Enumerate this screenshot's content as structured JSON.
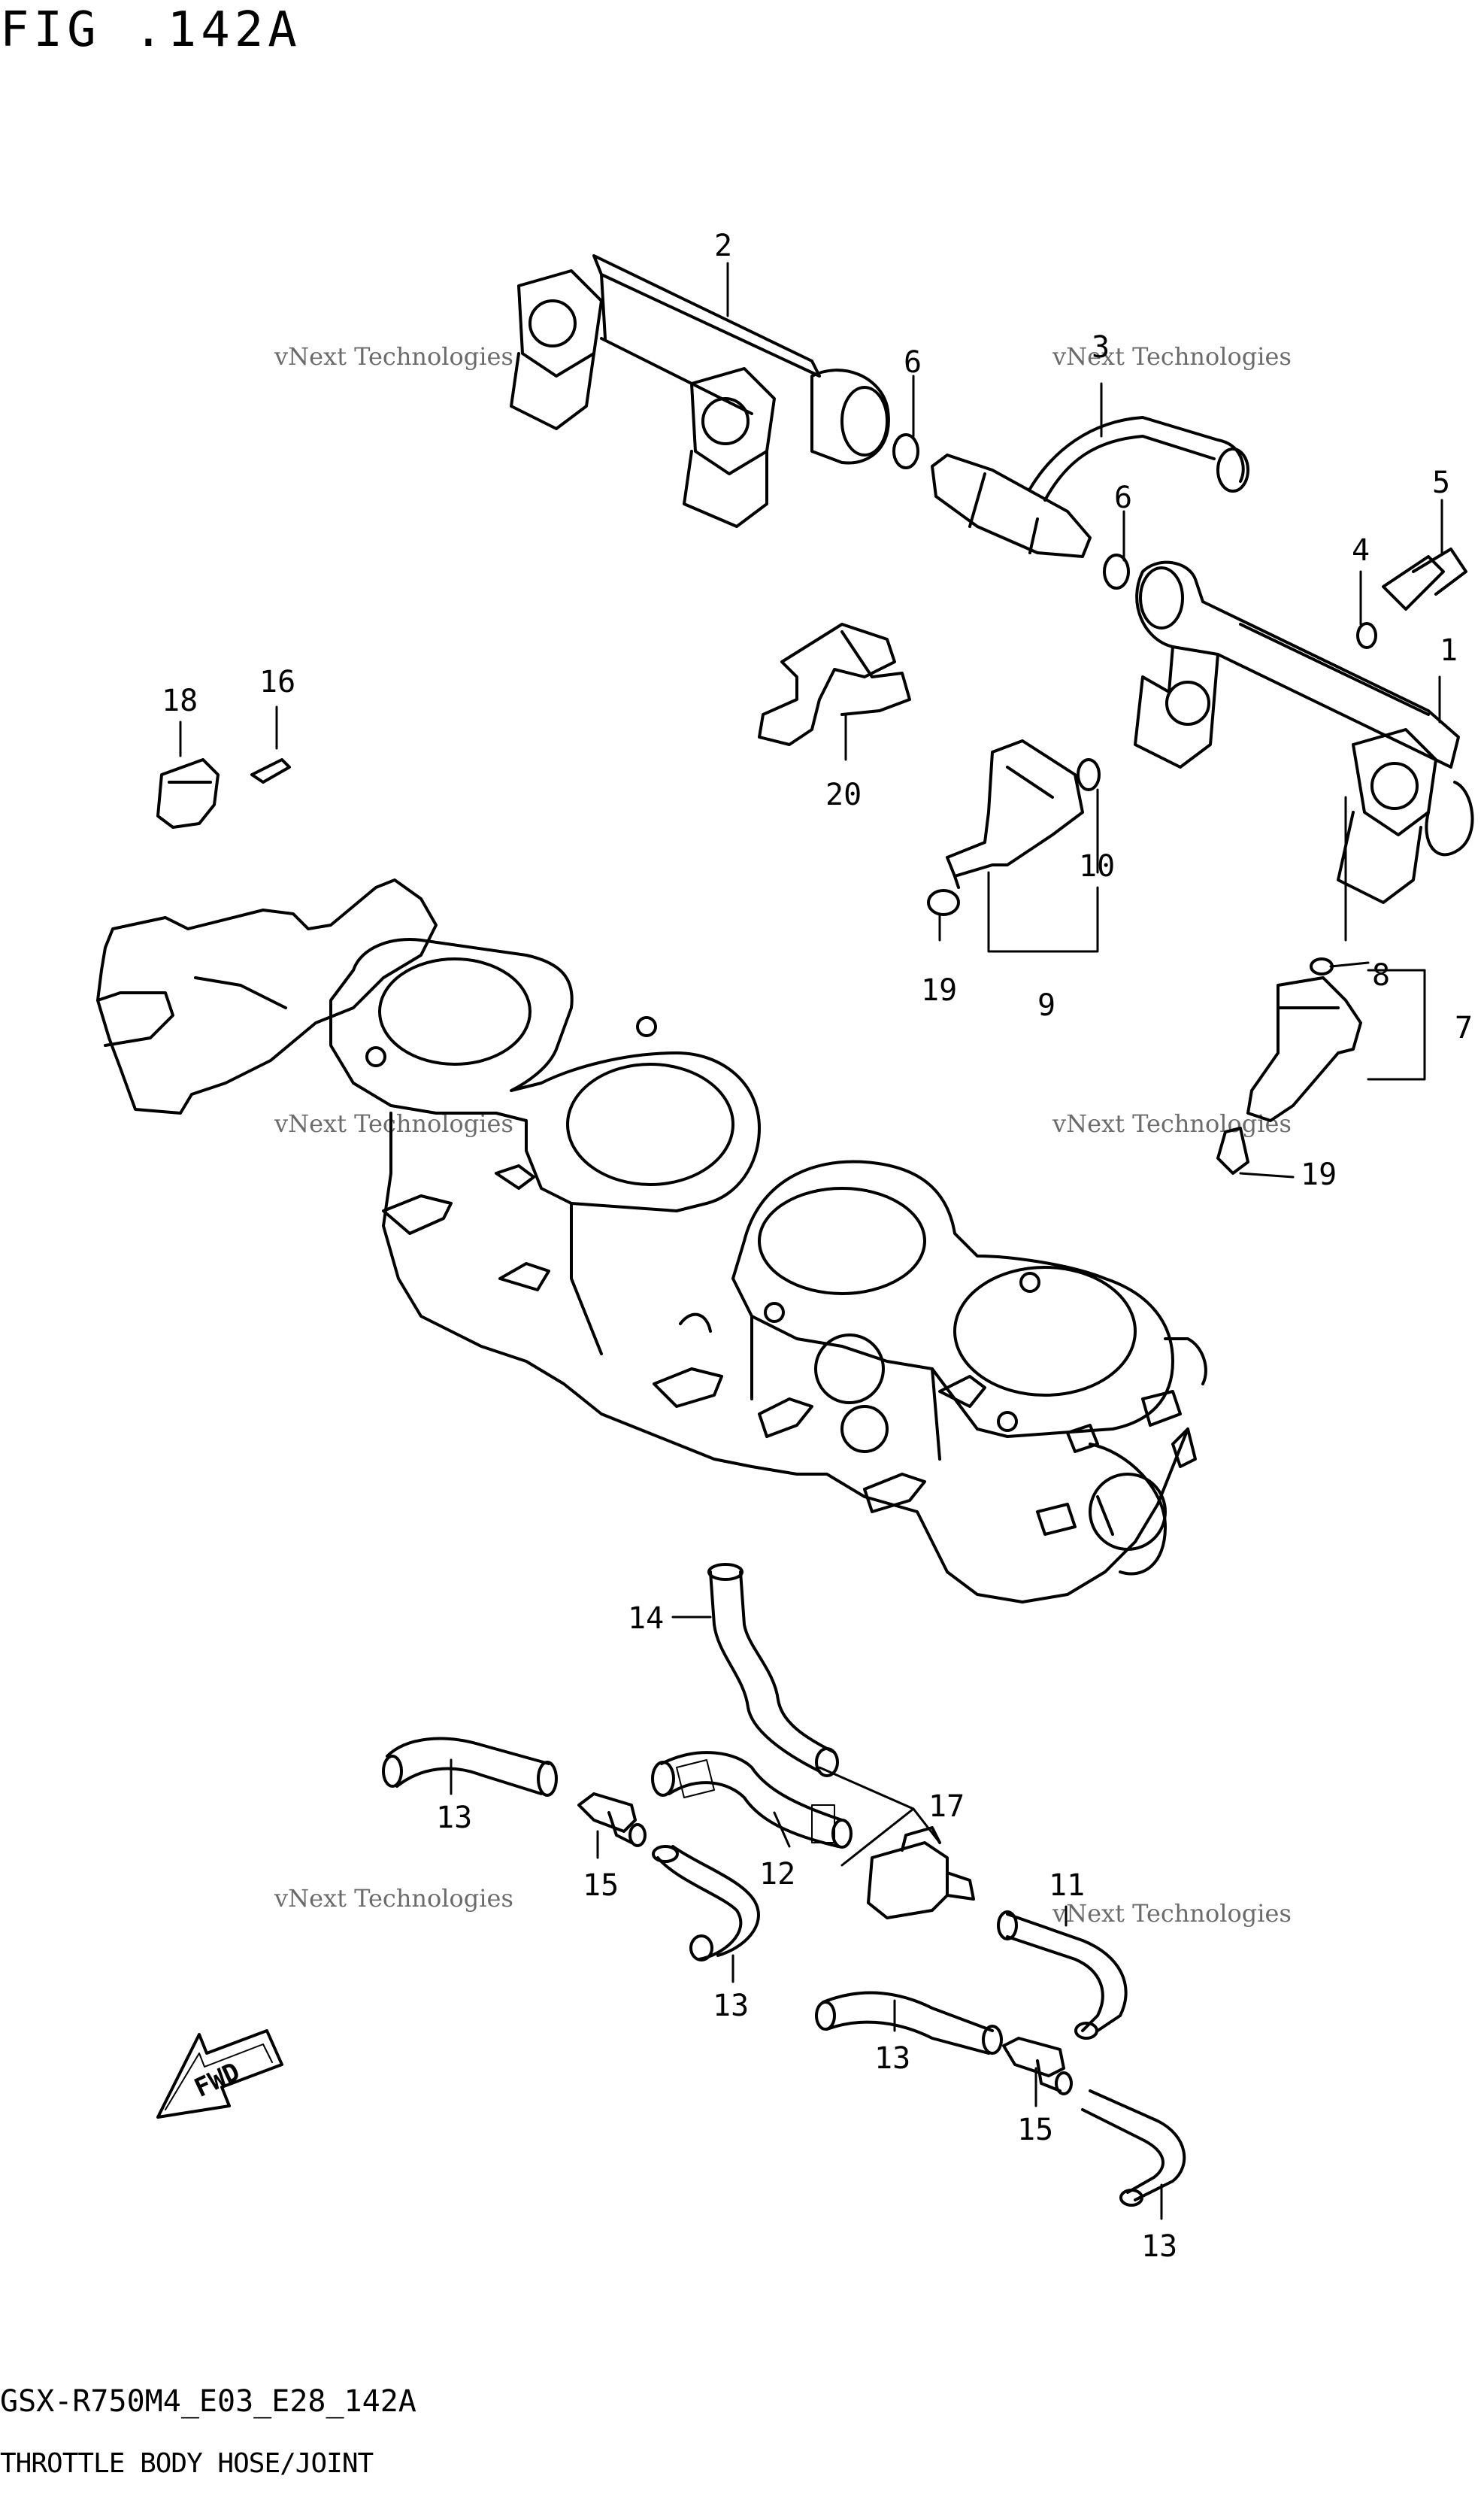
{
  "title": "FIG .142A",
  "footer": {
    "model_code": "GSX-R750M4_E03_E28_142A",
    "section_name": "THROTTLE BODY HOSE/JOINT"
  },
  "watermark": {
    "line1": "vNext Technologies",
    "line2": "vNext",
    "line3": "Technologies"
  },
  "callouts": [
    "1",
    "2",
    "3",
    "4",
    "5",
    "6",
    "6",
    "7",
    "8",
    "9",
    "10",
    "11",
    "12",
    "13",
    "13",
    "13",
    "13",
    "14",
    "15",
    "15",
    "16",
    "17",
    "18",
    "19",
    "19",
    "20"
  ],
  "fwd_label": "FWD",
  "colors": {
    "line": "#000000",
    "watermark": "#9a9a9a"
  }
}
